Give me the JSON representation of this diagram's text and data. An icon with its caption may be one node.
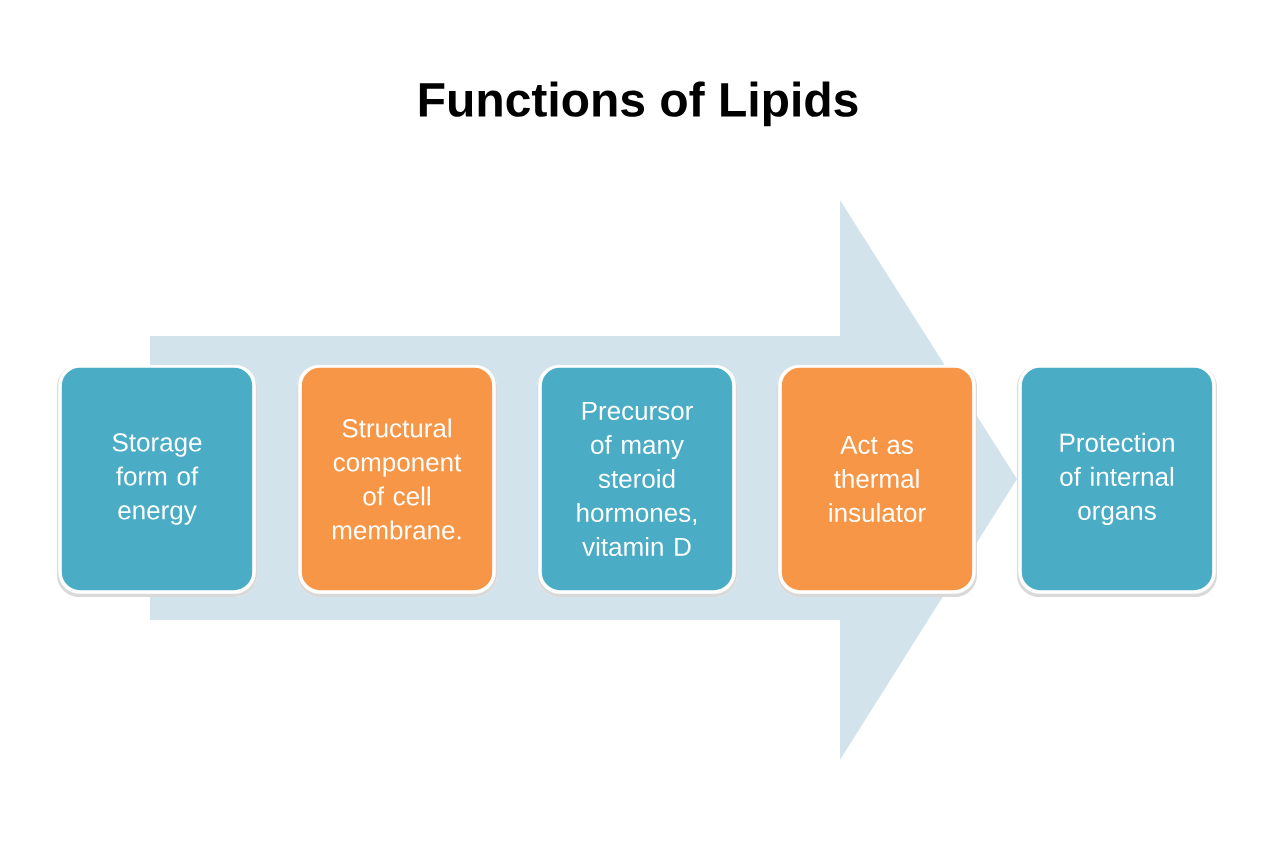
{
  "diagram": {
    "title": "Functions of Lipids",
    "nodes": [
      {
        "text": [
          "Storage form of energy"
        ]
      },
      {
        "text": [
          "Structural component of cell membrane."
        ]
      },
      {
        "text": [
          "Precursor of many steroid hormones, vitamin D"
        ]
      },
      {
        "text": [
          "Act as thermal insulator"
        ]
      },
      {
        "text": [
          "Protection of internal organs"
        ]
      }
    ],
    "edges": [
      {
        "from": 0,
        "to": 4,
        "arrow": "to"
      }
    ]
  }
}
